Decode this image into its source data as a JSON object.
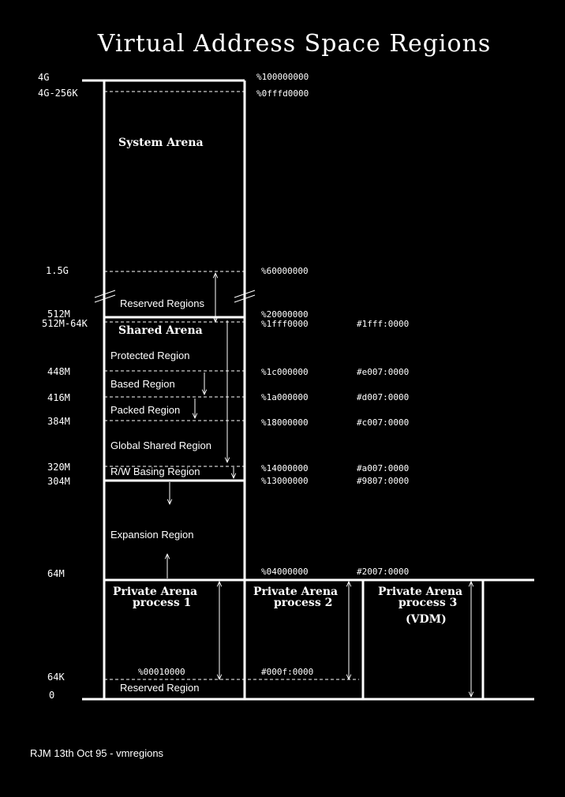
{
  "title": "Virtual Address Space Regions",
  "footer": "RJM 13th Oct 95 - vmregions",
  "axis_labels": {
    "l_4g": "4G",
    "l_4g256k": "4G-256K",
    "l_1_5g": "1.5G",
    "l_512m": "512M",
    "l_512m64k": "512M-64K",
    "l_448m": "448M",
    "l_416m": "416M",
    "l_384m": "384M",
    "l_320m": "320M",
    "l_304m": "304M",
    "l_64m": "64M",
    "l_64k": "64K",
    "l_0": "0"
  },
  "linear_addresses": {
    "a_4g": "%100000000",
    "a_4g256k": "%0fffd0000",
    "a_1_5g": "%60000000",
    "a_512m": "%20000000",
    "a_512m64k": "%1fff0000",
    "a_448m": "%1c000000",
    "a_416m": "%1a000000",
    "a_384m": "%18000000",
    "a_320m": "%14000000",
    "a_304m": "%13000000",
    "a_64m": "%04000000",
    "a_64k_p1": "%00010000",
    "a_64k_p2": "#000f:0000"
  },
  "tiled_addresses": {
    "s_512m64k": "#1fff:0000",
    "s_448m": "#e007:0000",
    "s_416m": "#d007:0000",
    "s_384m": "#c007:0000",
    "s_320m": "#a007:0000",
    "s_304m": "#9807:0000",
    "s_64m": "#2007:0000"
  },
  "regions": {
    "system_arena": "System Arena",
    "reserved_regions": "Reserved Regions",
    "shared_arena": "Shared Arena",
    "protected_region": "Protected Region",
    "based_region": "Based Region",
    "packed_region": "Packed Region",
    "global_shared_region": "Global Shared Region",
    "rw_basing_region": "R/W Basing Region",
    "expansion_region": "Expansion Region",
    "reserved_region": "Reserved Region"
  },
  "private_arenas": {
    "p1_line1": "Private Arena",
    "p1_line2": "process 1",
    "p2_line1": "Private Arena",
    "p2_line2": "process 2",
    "p3_line1": "Private Arena",
    "p3_line2": "process 3",
    "p3_line3": "(VDM)"
  }
}
